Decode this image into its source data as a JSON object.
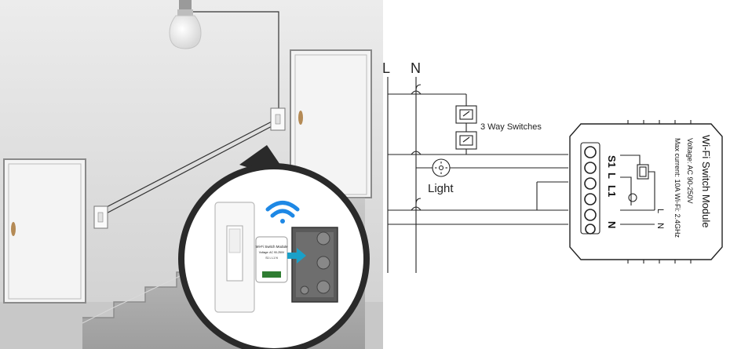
{
  "wiring": {
    "bus_l": "L",
    "bus_n": "N",
    "switches_label": "3 Way Switches",
    "light_label": "Light"
  },
  "module": {
    "title": "Wi-Fi Switch Module",
    "voltage": "Voltage: AC 90-250V",
    "current_wifi": "Max current: 10A  Wi-Fi: 2.4GHz",
    "terminal_s1": "S1",
    "terminal_l": "L",
    "terminal_l1": "L1",
    "terminal_n": "N",
    "out_l": "L",
    "out_n": "N"
  },
  "product_photo": {
    "mini_title": "Wi-Fi Switch Module",
    "mini_spec": "Voltage: AC 90-250V",
    "mini_terms": "S1 L L1 N"
  },
  "colors": {
    "wall": "#d9d9d9",
    "stairs": "#b8b8b8",
    "door": "#f2f2f2",
    "wifi": "#1e88e5",
    "arrow": "#1aa0c8",
    "line": "#222222"
  },
  "icons": [
    "light-bulb-icon",
    "wifi-icon",
    "arrow-icon",
    "lamp-symbol-icon"
  ]
}
